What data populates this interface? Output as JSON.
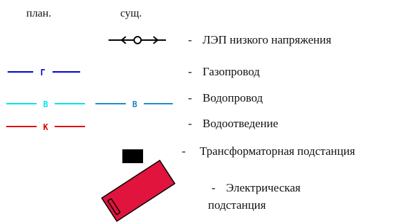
{
  "header": {
    "col_plan": "план.",
    "col_existing": "сущ."
  },
  "legend": [
    {
      "dash": "-",
      "label": "ЛЭП низкого напряжения"
    },
    {
      "dash": "-",
      "label": "Газопровод",
      "symbol_plan": "Г",
      "color": "#0000cc"
    },
    {
      "dash": "-",
      "label": "Водопровод",
      "symbol_plan": "В",
      "symbol_existing": "В",
      "color_plan": "#00e5ee",
      "color_existing": "#1e88c8"
    },
    {
      "dash": "-",
      "label": "Водоотведение",
      "symbol_plan": "К",
      "color": "#e00000"
    },
    {
      "dash": "-",
      "label": "Трансформаторная подстанция",
      "color": "#000000"
    },
    {
      "dash": "-",
      "label_line1": "Электрическая",
      "label_line2": "подстанция",
      "color": "#e0143c"
    }
  ]
}
